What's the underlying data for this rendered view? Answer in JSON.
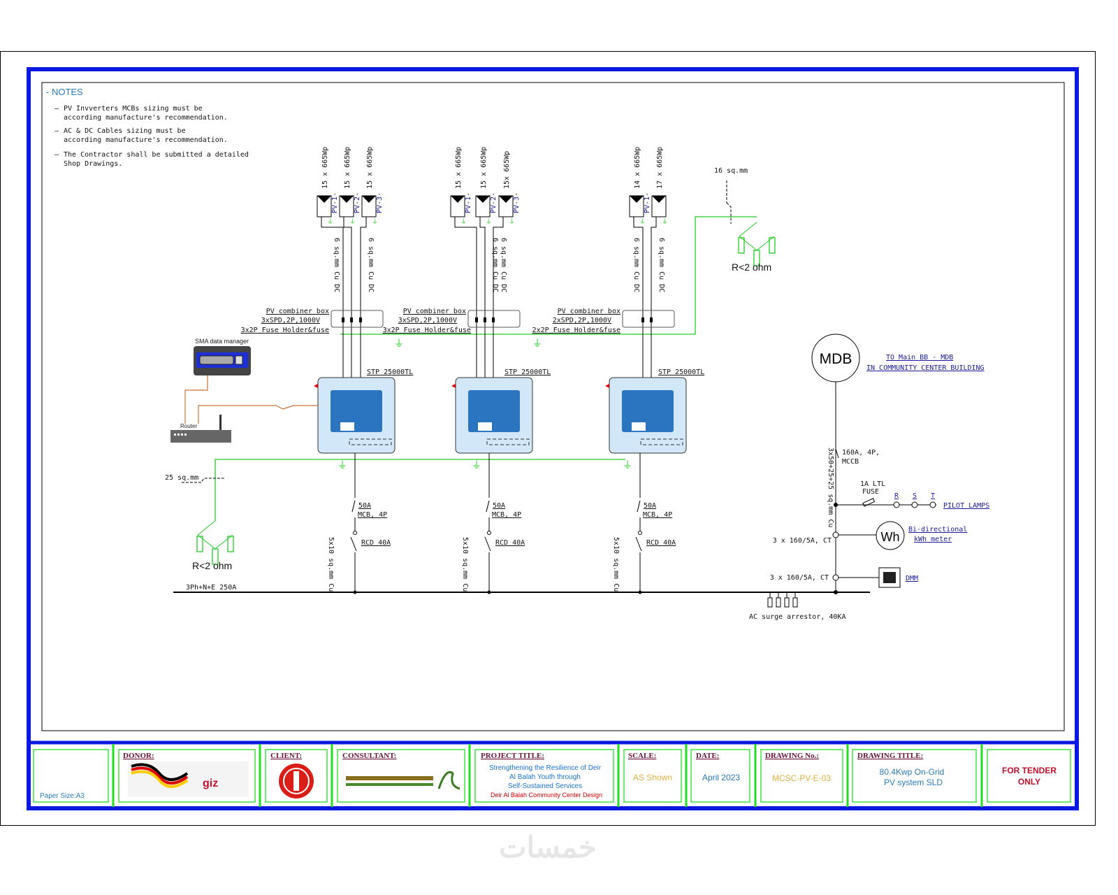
{
  "notes": {
    "title": "- NOTES",
    "items": [
      [
        "PV Invverters MCBs sizing must be",
        "according manufacture's recommendation."
      ],
      [
        "AC & DC Cables sizing must be",
        "according manufacture's recommendation."
      ],
      [
        "The Contractor shall be submitted a detailed",
        "Shop Drawings."
      ]
    ]
  },
  "groups": [
    {
      "strings": [
        {
          "label": "15 x 665Wp",
          "tag": "PV-1-",
          "cable": "6 sq.mm Cu DC"
        },
        {
          "label": "15 x 665Wp",
          "tag": "PV-2-",
          "cable": ""
        },
        {
          "label": "15 x 665Wp",
          "tag": "PV-3-",
          "cable": "6 sq.mm Cu DC"
        }
      ],
      "combiner": [
        "PV combiner box",
        "3xSPD,2P,1000V",
        "3x2P Fuse Holder&fuse"
      ],
      "inverter": "STP 25000TL",
      "mcb": [
        "50A",
        "MCB, 4P"
      ],
      "rcd": "RCD 40A",
      "cable": "5x10 sq.mm Cu"
    },
    {
      "strings": [
        {
          "label": "15 x 665Wp",
          "tag": "PV-1-",
          "cable": ""
        },
        {
          "label": "15 x 665Wp",
          "tag": "PV-2-",
          "cable": "6 sq.mm Cu DC"
        },
        {
          "label": "15x 665Wp",
          "tag": "PV-3-",
          "cable": "6 sq.mm Cu DC"
        }
      ],
      "combiner": [
        "PV combiner box",
        "3xSPD,2P,1000V",
        "3x2P Fuse Holder&fuse"
      ],
      "inverter": "STP 25000TL",
      "mcb": [
        "50A",
        "MCB, 4P"
      ],
      "rcd": "RCD 40A",
      "cable": "5x10 sq.mm Cu"
    },
    {
      "strings": [
        {
          "label": "14 x 665Wp",
          "tag": "PV-1-",
          "cable": "6 sq.mm Cu DC"
        },
        {
          "label": "17 x 665Wp",
          "tag": "",
          "cable": "6 sq.mm Cu DC"
        }
      ],
      "combiner": [
        "PV combiner box",
        "2xSPD,2P,1000V",
        "2x2P Fuse Holder&fuse"
      ],
      "inverter": "STP 25000TL",
      "mcb": [
        "50A",
        "MCB, 4P"
      ],
      "rcd": "RCD 40A",
      "cable": "5x10 sq.mm Cu"
    }
  ],
  "earthing": {
    "top_cable": "16 sq.mm",
    "top_resistance": "R<2 ohm",
    "left_cable": "25 sq.mm",
    "left_resistance": "R<2 ohm"
  },
  "monitoring": {
    "data_manager": "SMA data manager",
    "router": "Router"
  },
  "busbar": "3Ph+N+E 250A",
  "mdb": {
    "label": "MDB",
    "note_line1": "TO Main BB - MDB",
    "note_line2": "IN COMMUNITY CENTER BUILDING",
    "feeder_cable": "3x50+25+25 sq.mm Cu",
    "mccb": [
      "160A, 4P,",
      "MCCB"
    ],
    "fuse": [
      "1A LTL",
      "FUSE"
    ],
    "phases": [
      "R",
      "S",
      "T"
    ],
    "pilot_lamps": "PILOT LAMPS",
    "ct1": "3 x 160/5A, CT",
    "meter_symbol": "Wh",
    "meter_label": [
      "Bi-directional",
      "kWh meter"
    ],
    "ct2": "3 x 160/5A, CT",
    "dmm": "DMM",
    "surge": "AC surge arrestor, 40KA"
  },
  "title_block": {
    "paper_size": "Paper Size:A3",
    "donor_label": "DONOR:",
    "client_label": "CLIENT:",
    "consultant_label": "CONSULTANT:",
    "project_label": "PROJECT TITLE:",
    "project_lines": [
      "Strengthening the Resilience of Deir",
      "Al Balah Youth through",
      "Self-Sustained Services"
    ],
    "project_sub": "Deir Al Balah Community Center Design",
    "scale_label": "SCALE:",
    "scale": "AS Shown",
    "date_label": "DATE:",
    "date": "April 2023",
    "drawing_no_label": "DRAWING No.:",
    "drawing_no": "MCSC-PV-E-03",
    "drawing_title_label": "DRAWING TITLE:",
    "drawing_title": [
      "80.4Kwp On-Grid",
      "PV system SLD"
    ],
    "status": [
      "FOR TENDER",
      "ONLY"
    ]
  },
  "watermark": "خمسات",
  "colors": {
    "frame": "#0b18e0",
    "earth": "#22cc22",
    "inverter": "#2b74bf",
    "text_blue": "#1a1a9a"
  }
}
